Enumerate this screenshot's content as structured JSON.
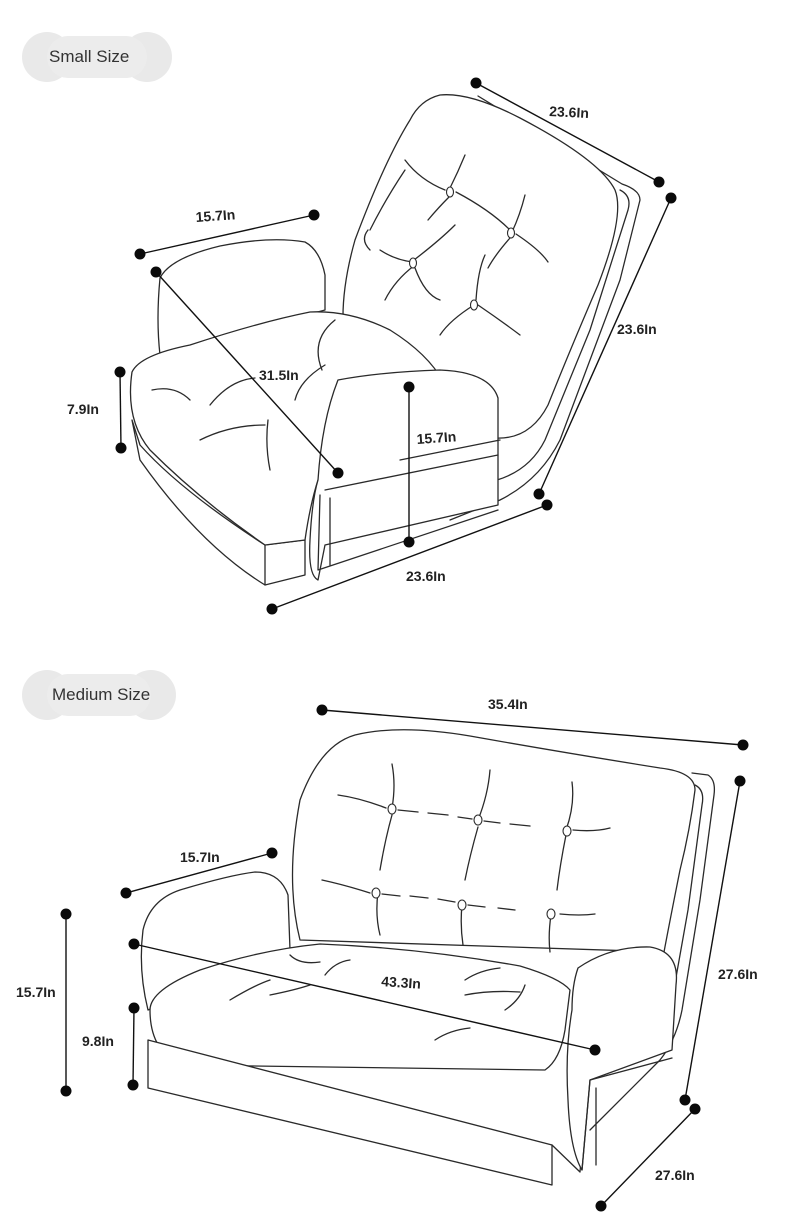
{
  "sections": {
    "small": {
      "label": "Small Size",
      "dims": {
        "back_depth": "23.6In",
        "back_height": "23.6In",
        "arm_length": "15.7In",
        "diagonal": "31.5In",
        "seat_height": "7.9In",
        "arm_height": "15.7In",
        "front_width": "23.6In"
      }
    },
    "medium": {
      "label": "Medium Size",
      "dims": {
        "back_width": "35.4In",
        "arm_length": "15.7In",
        "total_height": "15.7In",
        "seat_height": "9.8In",
        "diagonal": "43.3In",
        "back_height": "27.6In",
        "depth": "27.6In"
      }
    }
  }
}
